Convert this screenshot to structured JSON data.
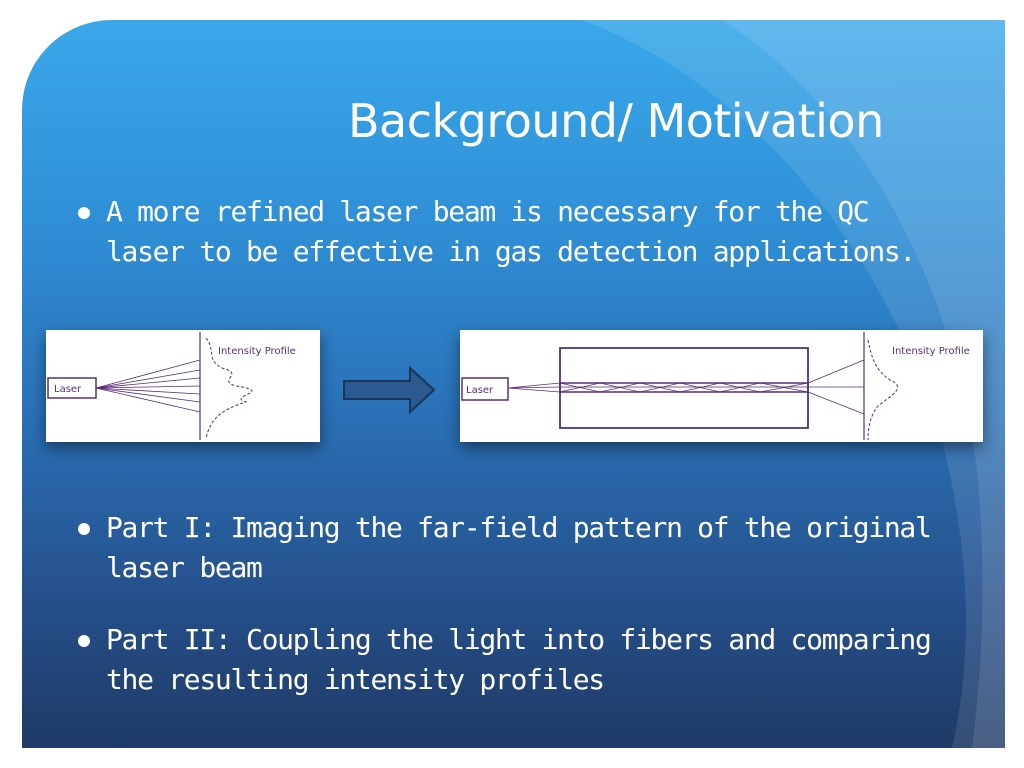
{
  "slide": {
    "title": "Background/ Motivation",
    "bullets": [
      "A more refined laser beam is necessary for the QC laser to be effective in gas detection applications.",
      "Part I: Imaging the far-field pattern of the original laser beam",
      "Part II: Coupling the light into fibers and comparing the resulting intensity profiles"
    ]
  },
  "figures": {
    "before": {
      "source_label": "Laser",
      "profile_label": "Intensity Profile"
    },
    "after": {
      "source_label": "Laser",
      "profile_label": "Intensity Profile"
    }
  },
  "colors": {
    "background_top": "#3aa8ea",
    "background_bottom": "#1f3a66",
    "text": "#ffffff",
    "diagram_line": "#5a2d7a",
    "arrow_fill": "#2a5a8f"
  }
}
